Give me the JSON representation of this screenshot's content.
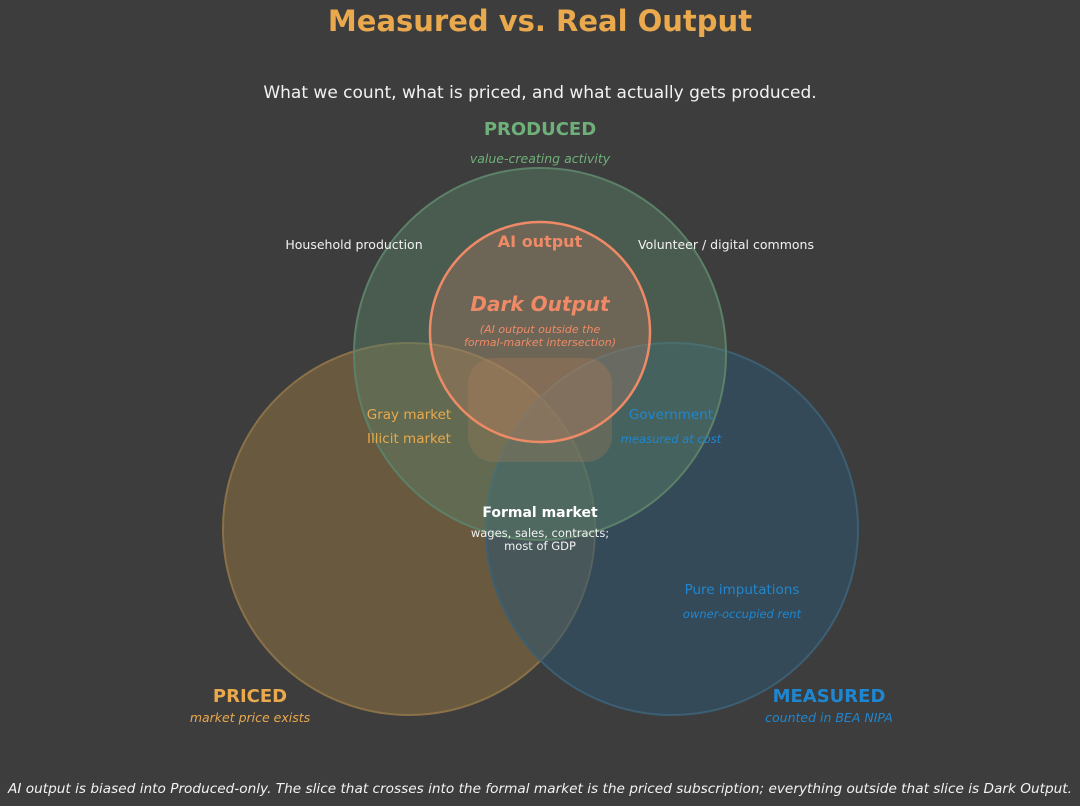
{
  "title": "Measured vs. Real Output",
  "subtitle": "What we count, what is priced, and what actually gets produced.",
  "colors": {
    "background": "#3d3d3d",
    "produced": "#6fb07a",
    "priced": "#e9a94c",
    "measured": "#1f87d1",
    "ai": "#ef8a67",
    "text": "#f2f2f2"
  },
  "sets": {
    "produced": {
      "label": "PRODUCED",
      "sublabel": "value-creating activity"
    },
    "priced": {
      "label": "PRICED",
      "sublabel": "market price exists"
    },
    "measured": {
      "label": "MEASURED",
      "sublabel": "counted in BEA NIPA"
    }
  },
  "ai": {
    "label": "AI output",
    "dark_title": "Dark Output",
    "dark_note_1": "(AI output outside the",
    "dark_note_2": "formal-market intersection)"
  },
  "regions": {
    "household": "Household production",
    "volunteer": "Volunteer / digital commons",
    "gray": "Gray market",
    "illicit": "Illicit market",
    "government": "Government",
    "government_note": "measured at cost",
    "formal": "Formal market",
    "formal_note_1": "wages, sales, contracts;",
    "formal_note_2": "most of GDP",
    "imputations": "Pure imputations",
    "imputations_note": "owner-occupied rent"
  },
  "caption": "AI output is biased into Produced-only. The slice that crosses into the formal market is the priced subscription; everything outside that slice is Dark Output."
}
